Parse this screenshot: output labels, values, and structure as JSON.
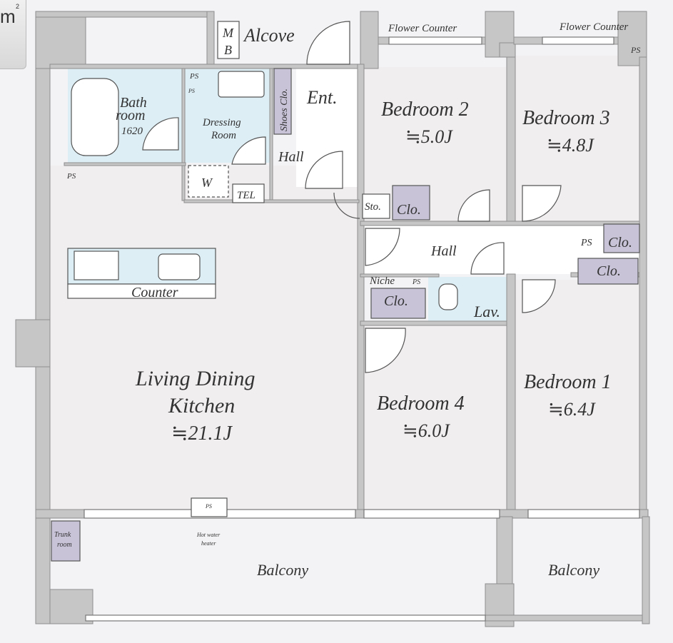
{
  "unit_tag": {
    "text": "m",
    "sup": "2"
  },
  "rooms": {
    "alcove": "Alcove",
    "mb": [
      "M",
      "B"
    ],
    "entrance": "Ent.",
    "shoes_closet": "Shoes Clo.",
    "bathroom": [
      "Bath",
      "room",
      "1620"
    ],
    "dressing": [
      "Dressing",
      "Room"
    ],
    "washer": "W",
    "hall_top": "Hall",
    "tel": "TEL",
    "bedroom2": {
      "name": "Bedroom 2",
      "size": "≒5.0J"
    },
    "bedroom3": {
      "name": "Bedroom 3",
      "size": "≒4.8J"
    },
    "bedroom4": {
      "name": "Bedroom 4",
      "size": "≒6.0J"
    },
    "bedroom1": {
      "name": "Bedroom 1",
      "size": "≒6.4J"
    },
    "ldk": {
      "name1": "Living Dining",
      "name2": "Kitchen",
      "size": "≒21.1J"
    },
    "hall_mid": "Hall",
    "storage": "Sto.",
    "clo_b2": "Clo.",
    "clo_b3": "Clo.",
    "clo_b1": "Clo.",
    "clo_b4": "Clo.",
    "niche": "Niche",
    "lav": "Lav.",
    "counter": "Counter",
    "flower_counter_1": "Flower Counter",
    "flower_counter_2": "Flower Counter",
    "balcony_main": "Balcony",
    "balcony_side": "Balcony",
    "trunk_room": [
      "Trunk",
      "room"
    ],
    "hot_water": [
      "Hot water",
      "heater"
    ],
    "ps_labels": [
      "PS",
      "PS",
      "PS",
      "PS",
      "PS",
      "PS",
      "PS"
    ]
  }
}
